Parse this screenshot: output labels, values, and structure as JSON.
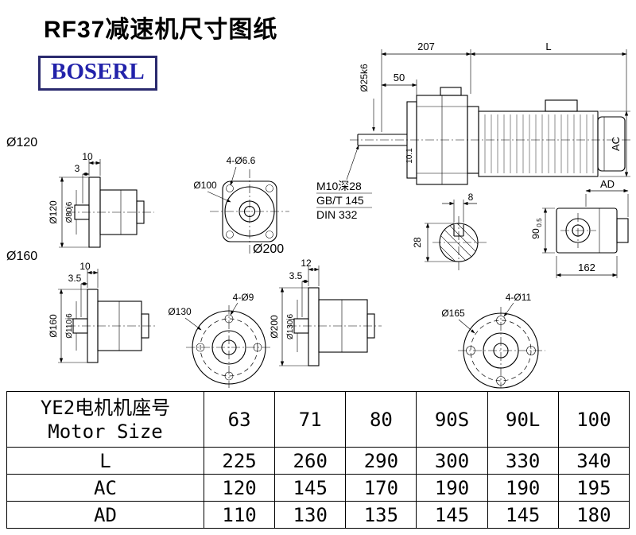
{
  "page": {
    "title": "RF37减速机尺寸图纸",
    "logo": "BOSERL"
  },
  "views": {
    "flange120": {
      "label": "Ø120",
      "dim_10": "10",
      "dim_3": "3",
      "od": "Ø120",
      "bore": "Ø80j6"
    },
    "square_flange": {
      "holes": "4-Ø6.6",
      "circle": "Ø100"
    },
    "main": {
      "dim_207": "207",
      "dim_L": "L",
      "dim_50": "50",
      "shaft": "Ø25k6",
      "dim_101": "10.1",
      "tap": "M10深28",
      "std1": "GB/T 145",
      "std2": "DIN 332",
      "ac": "AC"
    },
    "key_section": {
      "dim_8": "8",
      "dim_28": "28"
    },
    "ad_view": {
      "label": "AD",
      "dim_162": "162",
      "dim_90": "90",
      "dim_90_tol": "0.5"
    },
    "flange160": {
      "label": "Ø160",
      "dim_10": "10",
      "dim_35": "3.5",
      "od": "Ø160",
      "bore": "Ø110j6"
    },
    "round130": {
      "holes": "4-Ø9",
      "circle": "Ø130"
    },
    "flange200": {
      "label": "Ø200",
      "dim_12": "12",
      "dim_35": "3.5",
      "od": "Ø200",
      "bore": "Ø130j6"
    },
    "round165": {
      "holes": "4-Ø11",
      "circle": "Ø165"
    }
  },
  "table": {
    "header": {
      "line1": "YE2电机机座号",
      "line2": "Motor Size"
    },
    "sizes": [
      "63",
      "71",
      "80",
      "90S",
      "90L",
      "100"
    ],
    "rows": [
      {
        "label": "L",
        "values": [
          "225",
          "260",
          "290",
          "300",
          "330",
          "340"
        ]
      },
      {
        "label": "AC",
        "values": [
          "120",
          "145",
          "170",
          "190",
          "190",
          "195"
        ]
      },
      {
        "label": "AD",
        "values": [
          "110",
          "130",
          "135",
          "145",
          "145",
          "180"
        ]
      }
    ]
  },
  "colors": {
    "logo_border": "#2a2a6e",
    "logo_text": "#2222aa",
    "line": "#000000"
  }
}
